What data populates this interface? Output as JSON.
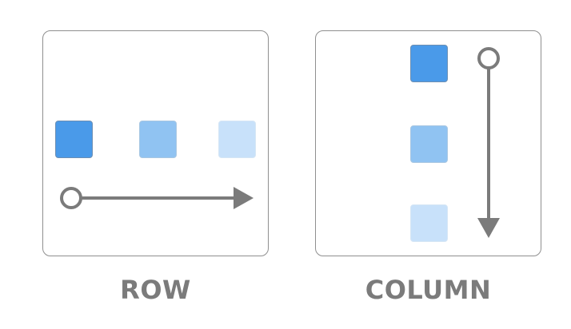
{
  "diagrams": [
    {
      "label": "ROW",
      "direction": "horizontal",
      "squares": [
        {
          "fill": "#4a9ae9",
          "border": "#6d8fb3"
        },
        {
          "fill": "#90c3f2",
          "border": "#a9c7e2"
        },
        {
          "fill": "#c8e1fa",
          "border": "#d6e6f5"
        }
      ]
    },
    {
      "label": "COLUMN",
      "direction": "vertical",
      "squares": [
        {
          "fill": "#4a9ae9",
          "border": "#6d8fb3"
        },
        {
          "fill": "#90c3f2",
          "border": "#a9c7e2"
        },
        {
          "fill": "#c8e1fa",
          "border": "#d6e6f5"
        }
      ]
    }
  ],
  "colors": {
    "arrow": "#7b7b7b",
    "panel_border": "#8f8f8f",
    "label": "#7b7b7b"
  }
}
